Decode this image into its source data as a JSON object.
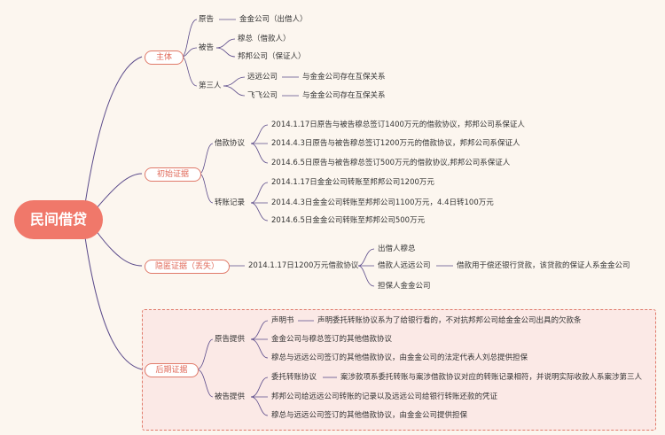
{
  "root": "民间借贷",
  "sections": {
    "zhuti": "主体",
    "chushi": "初始证据",
    "yinni": "隐匿证据（丢失）",
    "houqi": "后期证据"
  },
  "zhuti": {
    "yuangao": "原告",
    "yuangao_val": "金金公司（出借人）",
    "beigao": "被告",
    "beigao_1": "穆总（借款人）",
    "beigao_2": "邦邦公司（保证人）",
    "disanren": "第三人",
    "dsr_1": "远远公司",
    "dsr_1_val": "与金金公司存在互保关系",
    "dsr_2": "飞飞公司",
    "dsr_2_val": "与金金公司存在互保关系"
  },
  "chushi": {
    "jiekuan": "借款协议",
    "jk_1": "2014.1.17日原告与被告穆总签订1400万元的借款协议，邦邦公司系保证人",
    "jk_2": "2014.4.3日原告与被告穆总签订1200万元的借款协议，邦邦公司系保证人",
    "jk_3": "2014.6.5日原告与被告穆总签订500万元的借款协议,邦邦公司系保证人",
    "zhuanzhang": "转账记录",
    "zz_1": "2014.1.17日金金公司转账至邦邦公司1200万元",
    "zz_2": "2014.4.3日金金公司转账至邦邦公司1100万元，4.4日转100万元",
    "zz_3": "2014.6.5日金金公司转账至邦邦公司500万元"
  },
  "yinni": {
    "xieyi": "2014.1.17日1200万元借款协议",
    "c_1": "出借人穆总",
    "c_2": "借款人远远公司",
    "c_2_val": "借款用于偿还银行贷款，该贷款的保证人系金金公司",
    "c_3": "担保人金金公司"
  },
  "houqi": {
    "yuangao": "原告提供",
    "yg_1": "声明书",
    "yg_1_val": "声明委托转账协议系为了给银行看的，不对抗邦邦公司给金金公司出具的欠款条",
    "yg_2": "金金公司与穆总签订的其他借款协议",
    "yg_3": "穆总与远远公司签订的其他借款协议，由金金公司的法定代表人刘总提供担保",
    "beigao": "被告提供",
    "bg_1": "委托转账协议",
    "bg_1_val": "案涉款项系委托转账与案涉借款协议对应的转账记录相符，并说明实际收款人系案涉第三人",
    "bg_2": "邦邦公司给远远公司转账的记录以及远远公司给银行转账还款的凭证",
    "bg_3": "穆总与远远公司签订的其他借款协议，由金金公司提供担保"
  },
  "colors": {
    "accent": "#f0786a",
    "line": "#5a4a8a",
    "dashed_bg": "#fbe9e6"
  }
}
